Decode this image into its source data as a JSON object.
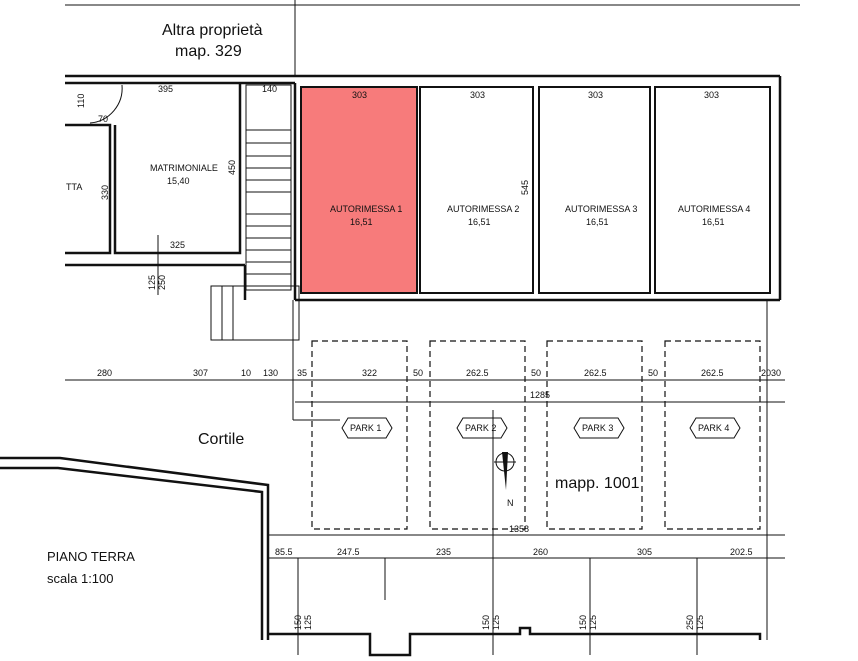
{
  "neighbor": {
    "line1": "Altra proprietà",
    "line2": "map. 329"
  },
  "rooms": [
    {
      "name": "MATRIMONIALE",
      "area": "15,40"
    },
    {
      "name": "TTA"
    }
  ],
  "garages": [
    {
      "name": "AUTORIMESSA 1",
      "area": "16,51",
      "width": "303",
      "highlighted": true
    },
    {
      "name": "AUTORIMESSA 2",
      "area": "16,51",
      "width": "303",
      "highlighted": false
    },
    {
      "name": "AUTORIMESSA 3",
      "area": "16,51",
      "width": "303",
      "highlighted": false
    },
    {
      "name": "AUTORIMESSA 4",
      "area": "16,51",
      "width": "303",
      "highlighted": false
    }
  ],
  "garage_depth": "545",
  "parking": [
    "PARK 1",
    "PARK 2",
    "PARK 3",
    "PARK 4"
  ],
  "courtyard": "Cortile",
  "parcel": "mapp. 1001",
  "north": "N",
  "dims_room": [
    "395",
    "140",
    "110",
    "70",
    "330",
    "450",
    "325",
    "125",
    "250"
  ],
  "dims_row1": [
    "280",
    "307",
    "10",
    "130",
    "35",
    "322",
    "50",
    "262.5",
    "50",
    "262.5",
    "50",
    "262.5",
    "20",
    "30"
  ],
  "dims_total1": "1285",
  "dims_total2": "1358",
  "dims_row2": [
    "85.5",
    "247.5",
    "235",
    "260",
    "305",
    "202.5"
  ],
  "dims_openings": [
    {
      "a": "150",
      "b": "125"
    },
    {
      "a": "150",
      "b": "125"
    },
    {
      "a": "150",
      "b": "125"
    },
    {
      "a": "250",
      "b": "125"
    }
  ],
  "title": {
    "line1": "PIANO  TERRA",
    "line2": "scala  1:100"
  },
  "colors": {
    "highlight": "#f77b7b",
    "line": "#111111"
  }
}
